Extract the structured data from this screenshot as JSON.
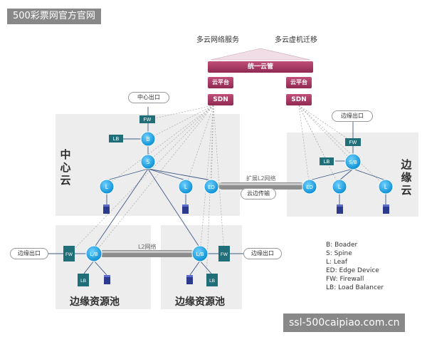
{
  "watermark_top": "500彩票网官方官网",
  "watermark_bottom": "ssl-500caipiao.com.cn",
  "services": {
    "multicloud_network": "多云网络服务",
    "vm_migration": "多云虚机迁移"
  },
  "unified_management": "统一云管",
  "cloud_platform": "云平台",
  "sdn": "SDN",
  "central_cloud": {
    "title": "中心云",
    "egress": "中心出口"
  },
  "edge_cloud": {
    "title": "边缘云",
    "egress": "边缘出口"
  },
  "edge_pool": {
    "title": "边缘资源池",
    "egress": "边缘出口"
  },
  "links": {
    "extended_l2": "扩展L2网络",
    "cloud_edge_transport": "云边传输",
    "l2": "L2网络"
  },
  "nodes": {
    "fw": "FW",
    "lb": "LB",
    "b": "B",
    "s": "S",
    "l": "L",
    "ed": "ED",
    "sb": "S/B",
    "lb_pool": "L/B"
  },
  "legend": [
    "B:  Boader",
    "S:  Spine",
    "L:  Leaf",
    "ED:  Edge Device",
    "FW:  Firewall",
    "LB:  Load Balancer"
  ],
  "colors": {
    "node_blue": "#0aa1e6",
    "device_teal": "#1f6e78",
    "management_red": "#a83a64",
    "region_gray": "#ededed",
    "server_navy": "#2b3a8c"
  }
}
